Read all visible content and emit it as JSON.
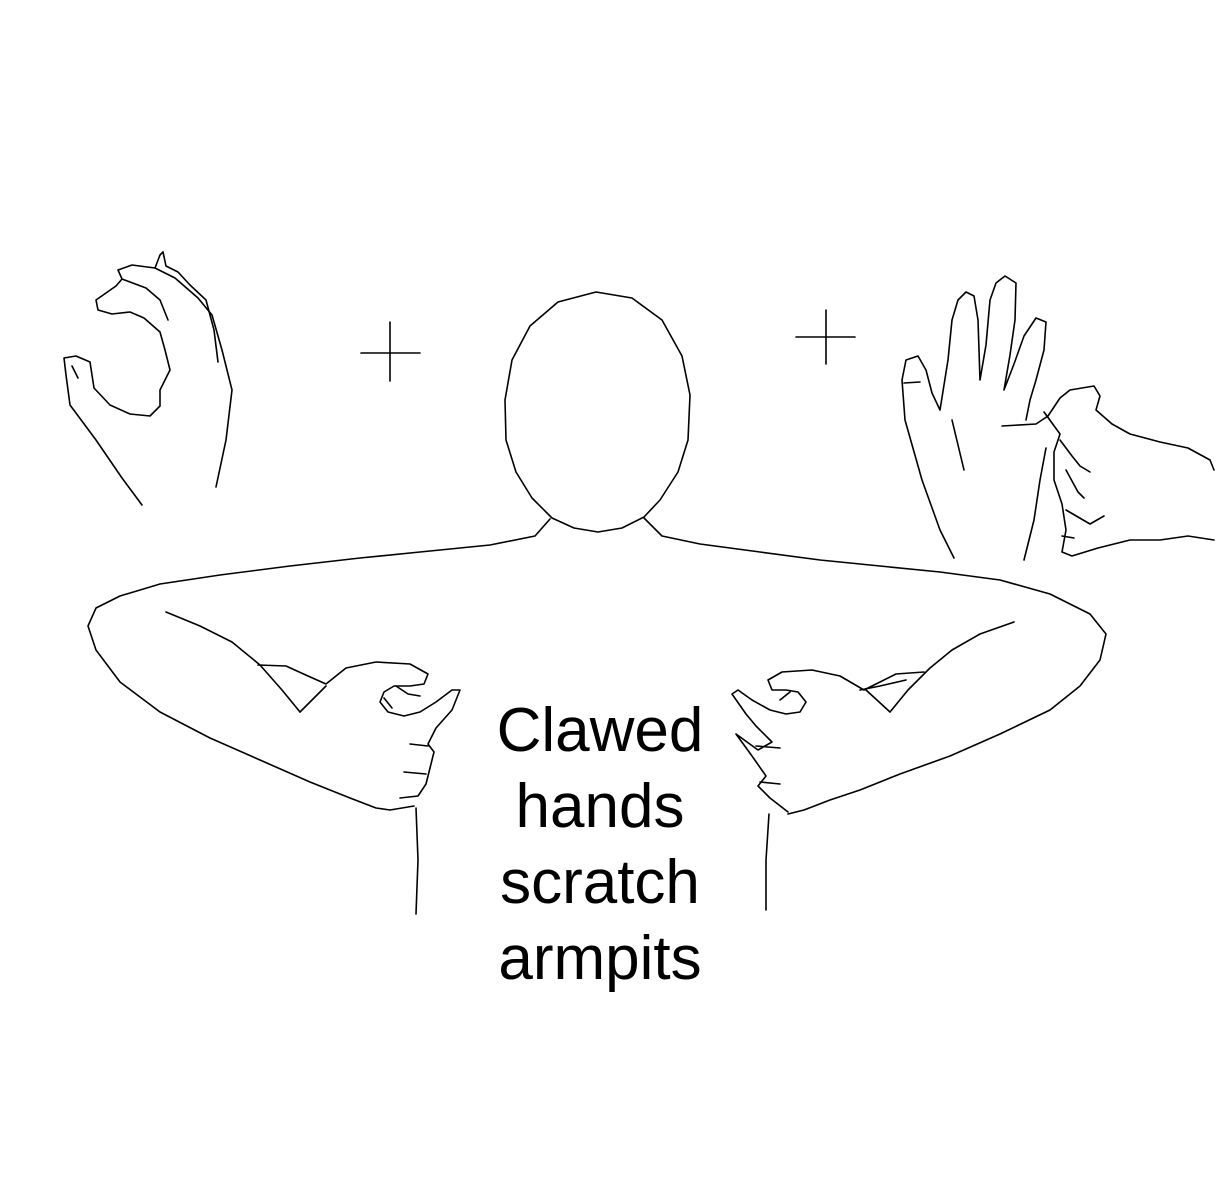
{
  "caption": {
    "lines": [
      "Clawed",
      "hands",
      "scratch",
      "armpits"
    ]
  },
  "colors": {
    "background": "#ffffff",
    "stroke": "#000000"
  }
}
